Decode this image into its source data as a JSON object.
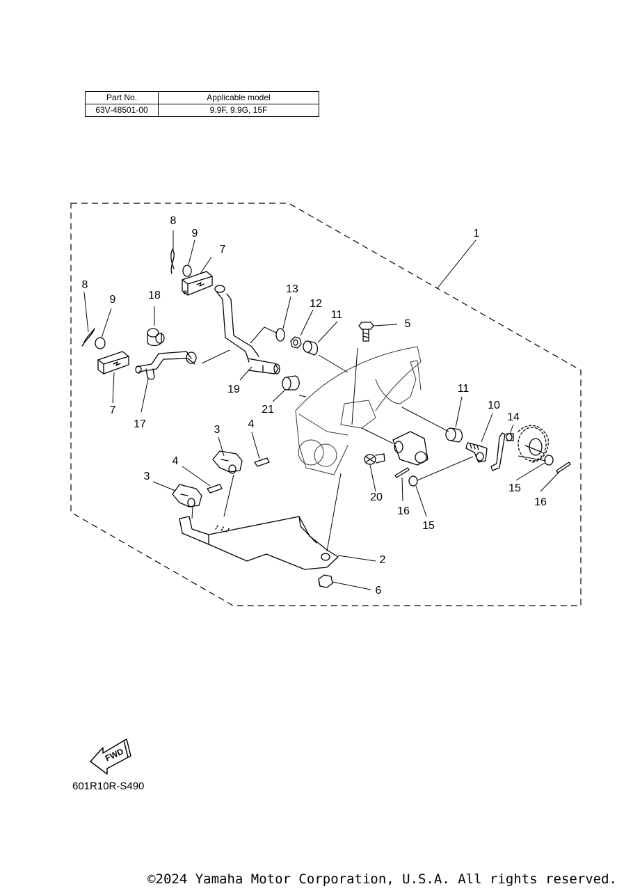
{
  "table": {
    "headers": [
      "Part No.",
      "Applicable model"
    ],
    "rows": [
      [
        "63V-48501-00",
        "9.9F, 9.9G, 15F"
      ]
    ]
  },
  "callouts": [
    "1",
    "2",
    "3",
    "3",
    "4",
    "4",
    "5",
    "6",
    "7",
    "7",
    "8",
    "8",
    "9",
    "9",
    "10",
    "11",
    "11",
    "12",
    "13",
    "14",
    "15",
    "15",
    "16",
    "16",
    "17",
    "18",
    "19",
    "20",
    "21"
  ],
  "fwd_label": "FWD",
  "diagram_code": "601R10R-S490",
  "copyright": "©2024 Yamaha Motor Corporation, U.S.A. All rights reserved."
}
